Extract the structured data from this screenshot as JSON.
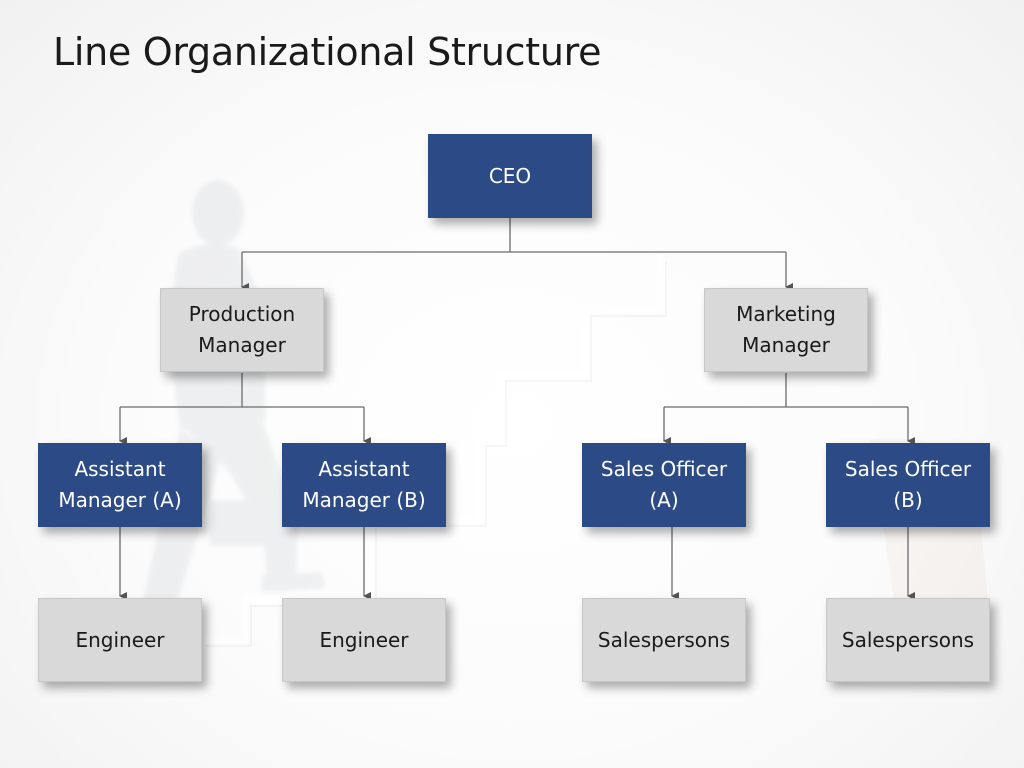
{
  "title": "Line Organizational Structure",
  "colors": {
    "dark_box": "#2c4a86",
    "light_box": "#d9d9d9",
    "connector": "#6b6b6b"
  },
  "nodes": {
    "ceo": "CEO",
    "production_manager": "Production\nManager",
    "marketing_manager": "Marketing\nManager",
    "assistant_manager_a": "Assistant\nManager (A)",
    "assistant_manager_b": "Assistant\nManager (B)",
    "sales_officer_a": "Sales Officer\n(A)",
    "sales_officer_b": "Sales Officer\n(B)",
    "engineer_1": "Engineer",
    "engineer_2": "Engineer",
    "salespersons_1": "Salespersons",
    "salespersons_2": "Salespersons"
  }
}
